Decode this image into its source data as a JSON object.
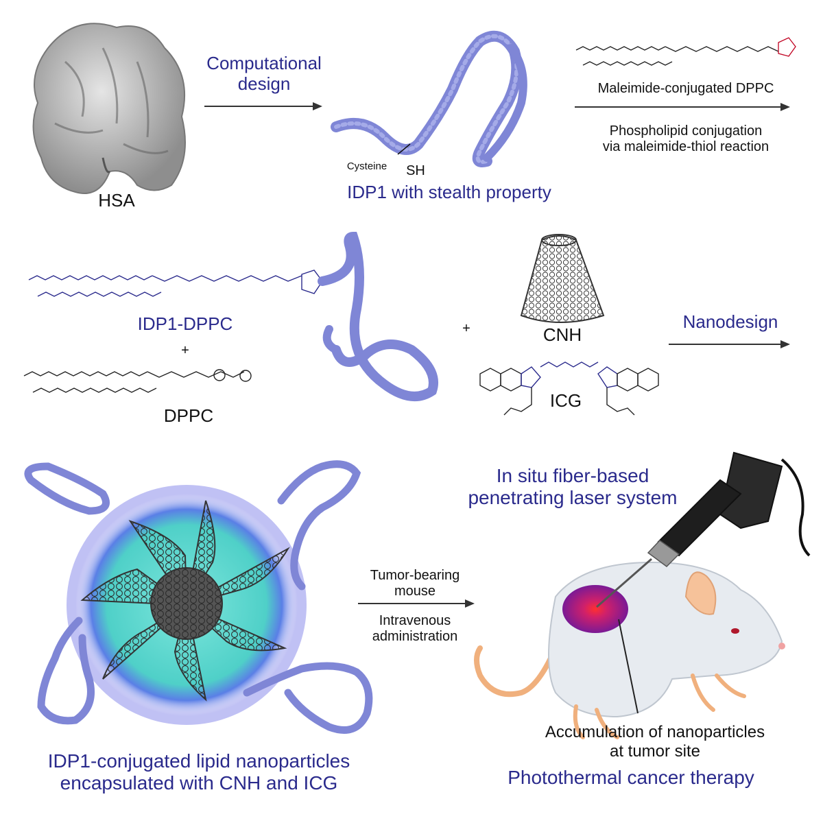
{
  "row1": {
    "hsa_label": "HSA",
    "arrow1_label_line1": "Computational",
    "arrow1_label_line2": "design",
    "cysteine_label": "Cysteine",
    "sh_label": "SH",
    "idp1_label": "IDP1 with stealth property",
    "maleimide_label": "Maleimide-conjugated DPPC",
    "conj_line1": "Phospholipid conjugation",
    "conj_line2": "via maleimide-thiol reaction"
  },
  "row2": {
    "idp1_dppc_label": "IDP1-DPPC",
    "plus1": "+",
    "dppc_label": "DPPC",
    "plus2": "+",
    "cnh_label": "CNH",
    "icg_label": "ICG",
    "nanodesign_label": "Nanodesign"
  },
  "row3": {
    "laser_line1": "In situ fiber-based",
    "laser_line2": "penetrating laser system",
    "tumor_line1": "Tumor-bearing",
    "tumor_line2": "mouse",
    "iv_line1": "Intravenous",
    "iv_line2": "administration",
    "accum_line1": "Accumulation of nanoparticles",
    "accum_line2": "at tumor site",
    "therapy_label": "Photothermal cancer therapy",
    "np_line1": "IDP1-conjugated lipid nanoparticles",
    "np_line2": "encapsulated with CNH and ICG"
  },
  "colors": {
    "blue_text": "#2a2a8c",
    "protein": "#7f86d6",
    "nanoparticle_core": "#5fd8cf",
    "nanoparticle_glow": "#4a4ee0",
    "tumor": "#8a1f9a",
    "mouse_body": "#e7ebf0",
    "mouse_tail": "#f0b07d"
  }
}
